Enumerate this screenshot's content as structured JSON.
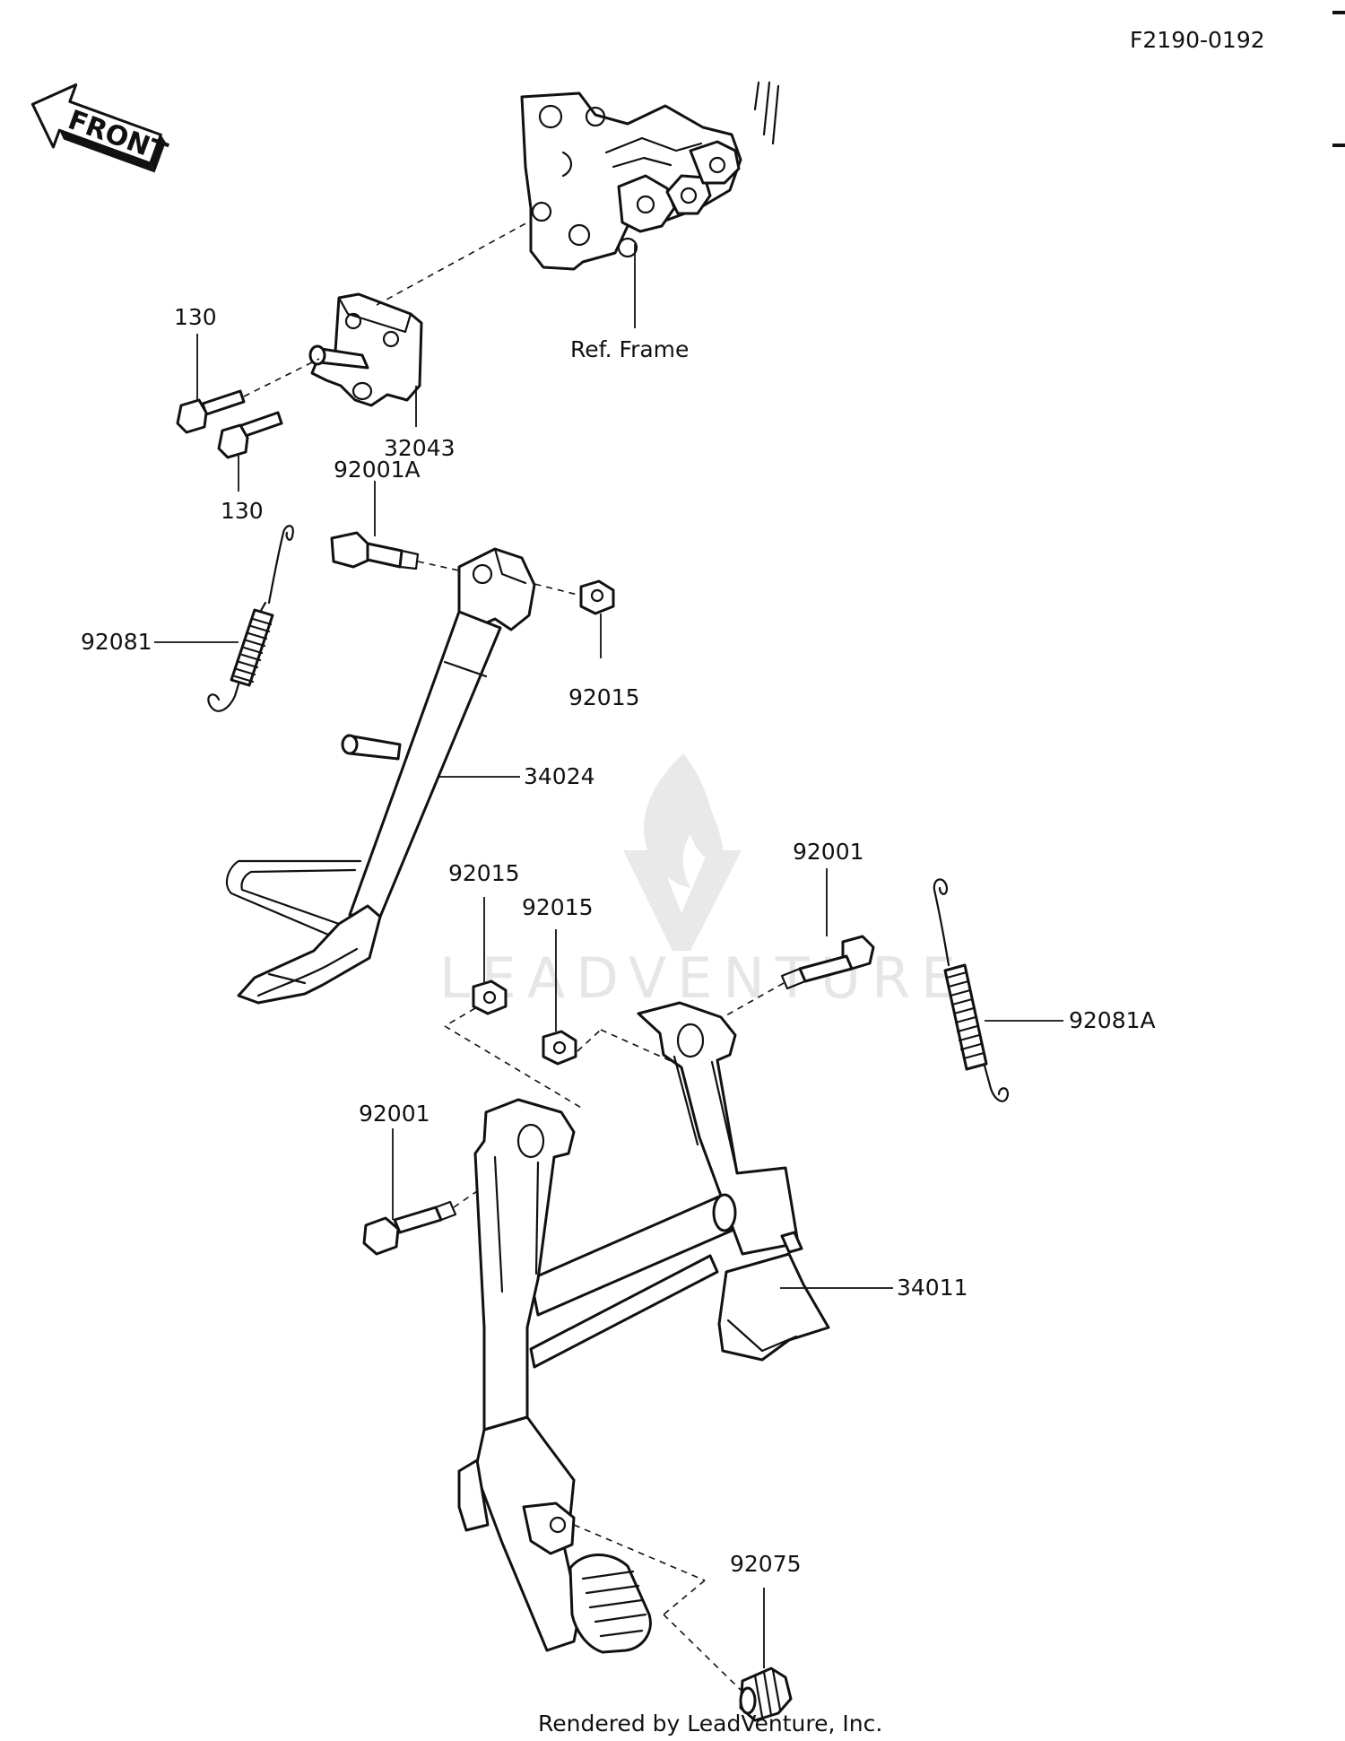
{
  "diagram_code": "F2190-0192",
  "direction_label": "FRONT",
  "reference_label": "Ref. Frame",
  "watermark": "LEADVENTURE",
  "footer": "Rendered by LeadVenture, Inc.",
  "parts": {
    "bolt_130_upper": "130",
    "bolt_130_lower": "130",
    "bracket_32043": "32043",
    "bolt_92001A": "92001A",
    "spring_92081": "92081",
    "nut_92015_side": "92015",
    "side_stand_34024": "34024",
    "nut_92015_left": "92015",
    "nut_92015_right": "92015",
    "bolt_92001_right": "92001",
    "spring_92081A": "92081A",
    "bolt_92001_left": "92001",
    "center_stand_34011": "34011",
    "cap_92075": "92075"
  }
}
